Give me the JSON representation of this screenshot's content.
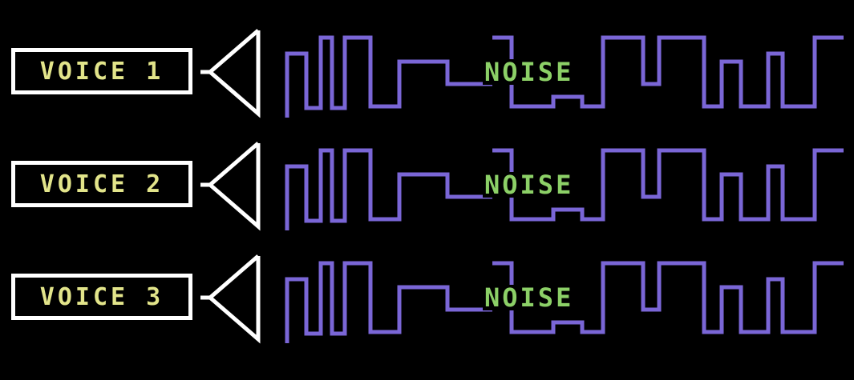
{
  "voices": [
    {
      "label": "VOICE 1",
      "noise_label": "NOISE"
    },
    {
      "label": "VOICE 2",
      "noise_label": "NOISE"
    },
    {
      "label": "VOICE 3",
      "noise_label": "NOISE"
    }
  ],
  "colors": {
    "background": "#000000",
    "box_border": "#ffffff",
    "voice_text": "#e2e48a",
    "waveform": "#7a66d6",
    "noise_text": "#8cd067",
    "speaker": "#ffffff"
  },
  "icons": {
    "speaker": "speaker-horn-icon",
    "waveform": "square-wave-icon"
  }
}
